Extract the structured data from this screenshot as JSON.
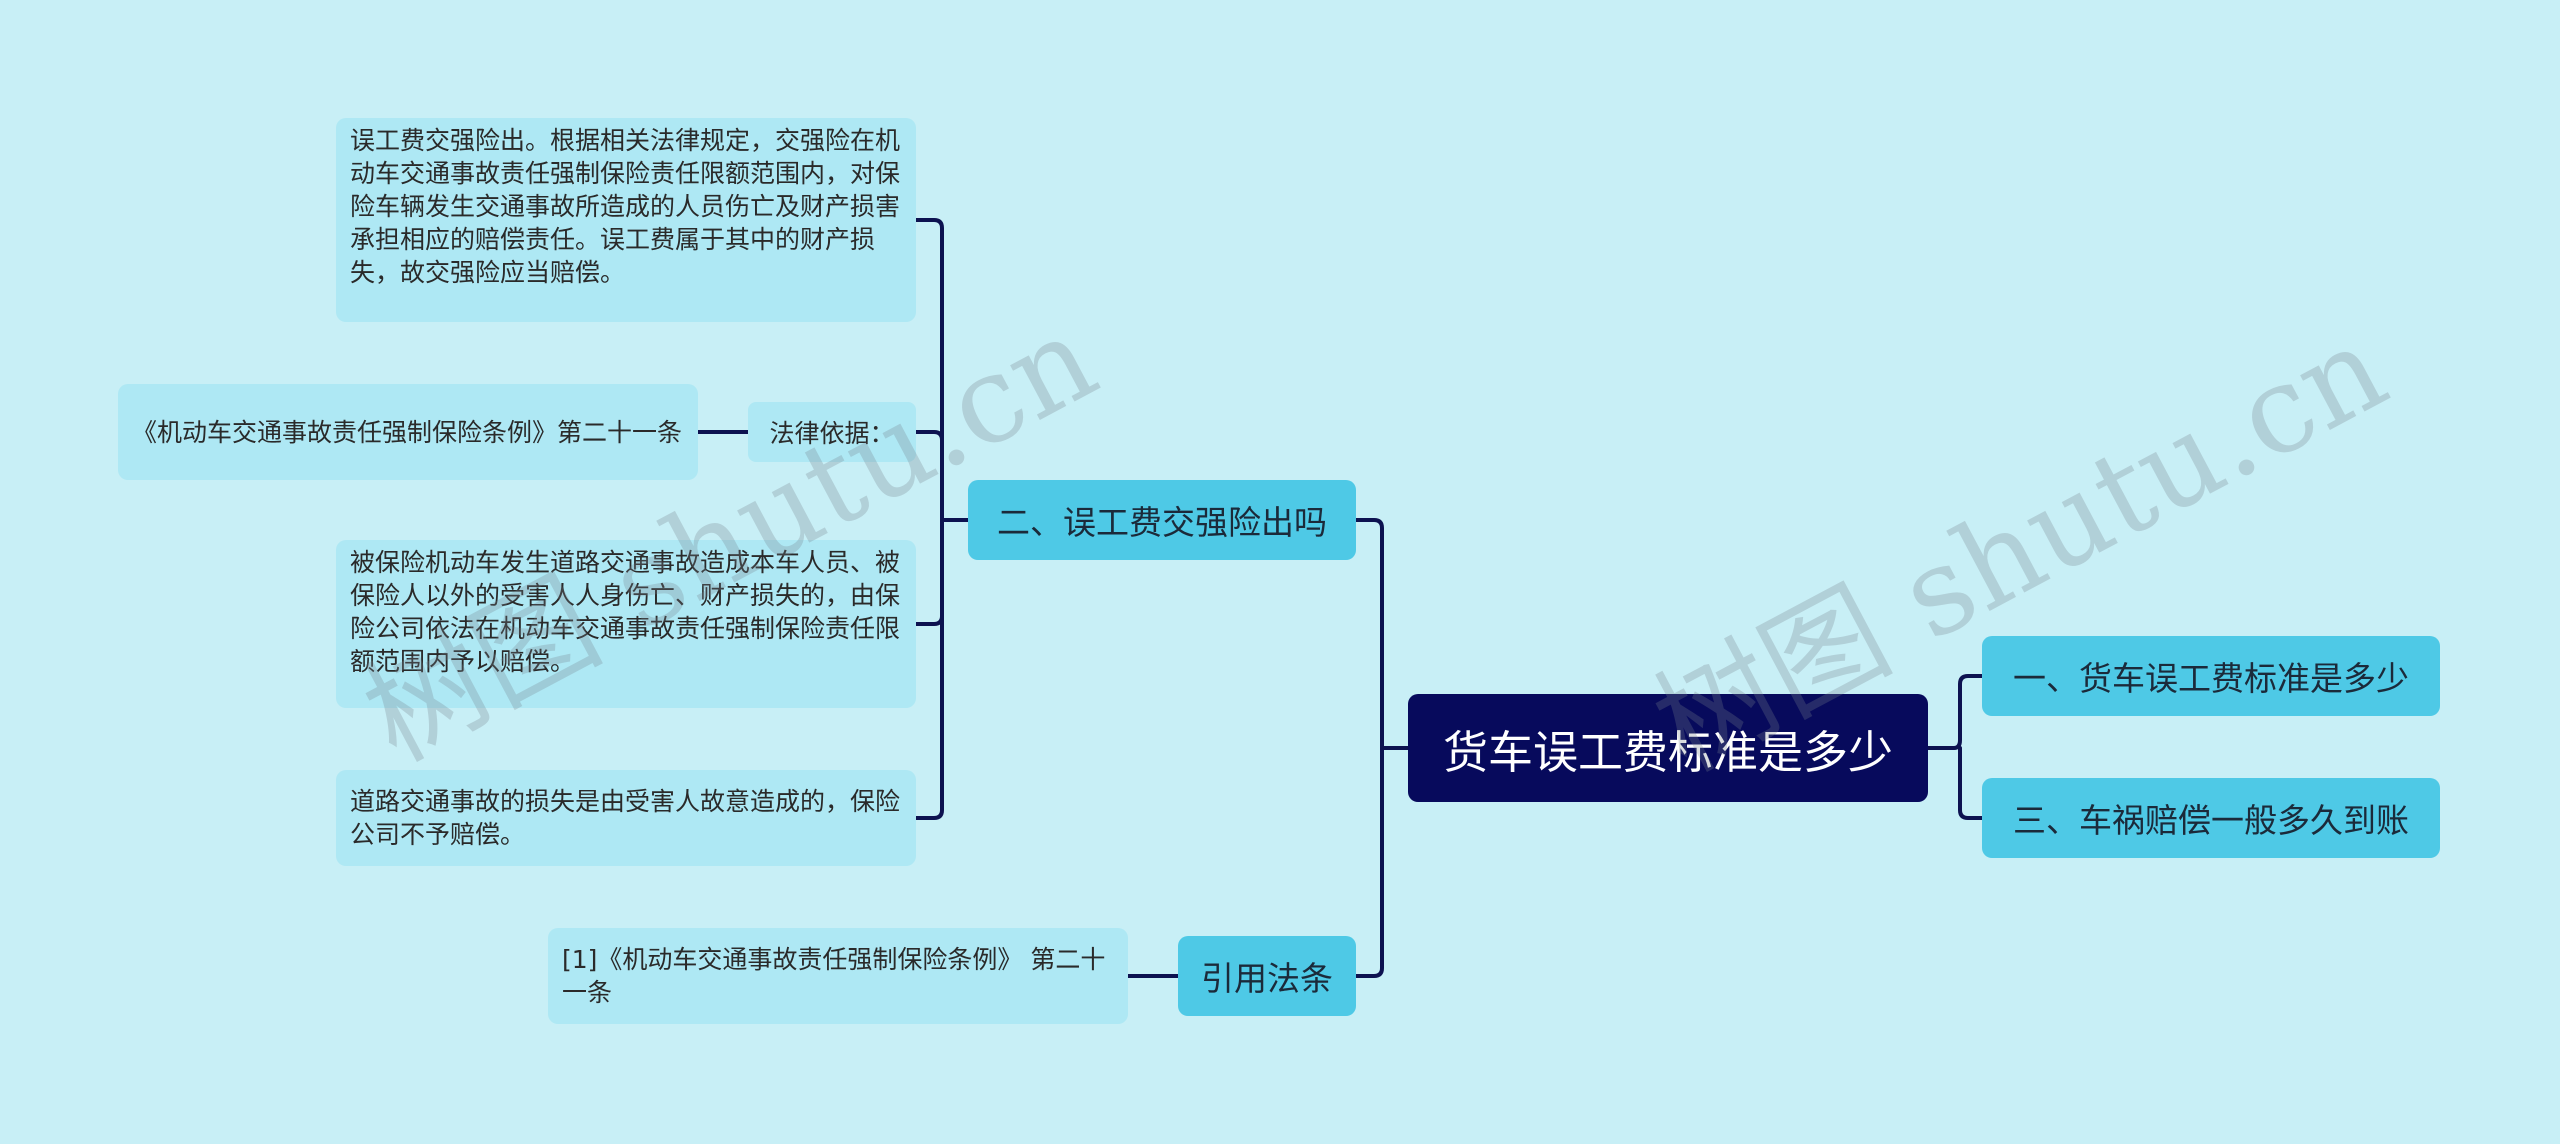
{
  "root": {
    "label": "货车误工费标准是多少"
  },
  "right_branches": [
    {
      "label": "一、货车误工费标准是多少"
    },
    {
      "label": "三、车祸赔偿一般多久到账"
    }
  ],
  "left_branches": {
    "section2": {
      "label": "二、误工费交强险出吗",
      "children": {
        "leaf1": "误工费交强险出。根据相关法律规定，交强险在机动车交通事故责任强制保险责任限额范围内，对保险车辆发生交通事故所造成的人员伤亡及财产损害承担相应的赔偿责任。误工费属于其中的财产损失，故交强险应当赔偿。",
        "legal_basis_label": "法律依据：",
        "legal_basis_text": "《机动车交通事故责任强制保险条例》第二十一条",
        "leaf3": "被保险机动车发生道路交通事故造成本车人员、被保险人以外的受害人人身伤亡、财产损失的，由保险公司依法在机动车交通事故责任强制保险责任限额范围内予以赔偿。",
        "leaf4": "道路交通事故的损失是由受害人故意造成的，保险公司不予赔偿。"
      }
    },
    "citation": {
      "label": "引用法条",
      "text": "[1]《机动车交通事故责任强制保险条例》 第二十一条"
    }
  },
  "watermarks": [
    "树图 shutu.cn",
    "树图 shutu.cn"
  ],
  "colors": {
    "background": "#c8eff6",
    "root": "#070a5c",
    "branch": "#4ec9e6",
    "leaf": "#aee8f4",
    "connector": "#0d1250"
  }
}
